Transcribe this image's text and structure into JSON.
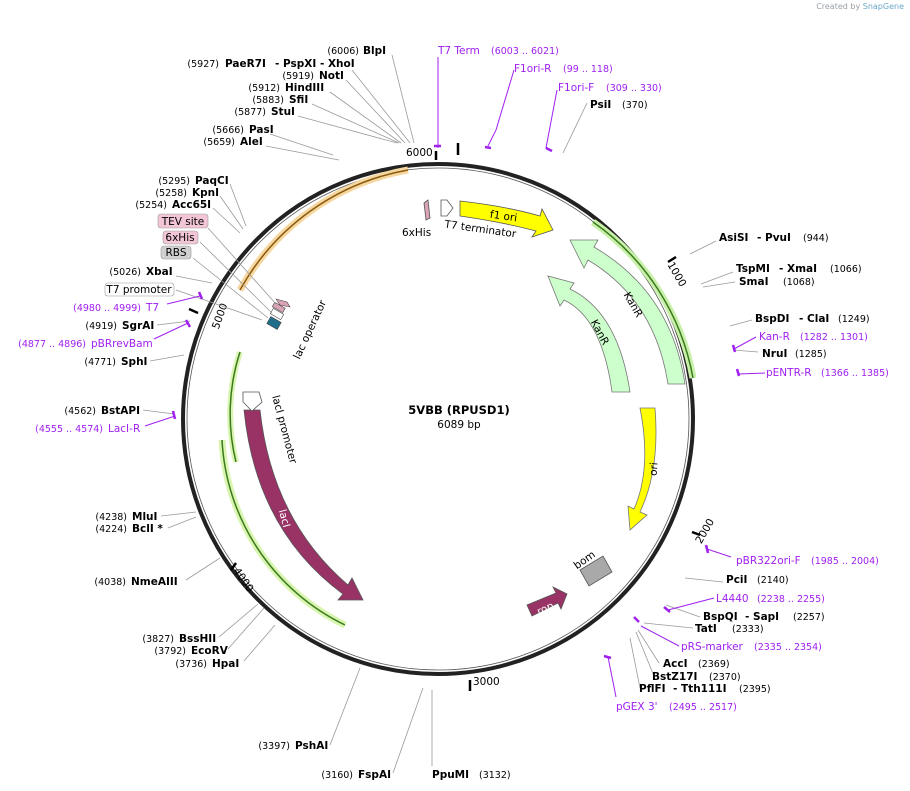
{
  "credit": {
    "prefix": "Created by",
    "brand": "SnapGene"
  },
  "plasmid": {
    "name": "5VBB (RPUSD1)",
    "length": "6089 bp",
    "length_bp": 6089
  },
  "ticks": [
    "1000",
    "2000",
    "3000",
    "4000",
    "5000",
    "6000"
  ],
  "features": [
    {
      "name": "f1 ori",
      "color": "#ffff00",
      "type": "arrow"
    },
    {
      "name": "KanR",
      "color": "#ccffcc",
      "type": "arrow"
    },
    {
      "name": "KanR",
      "color": "#ccffcc",
      "type": "arrow"
    },
    {
      "name": "ori",
      "color": "#ffff00",
      "type": "arrow"
    },
    {
      "name": "bom",
      "color": "#a9a9a9",
      "type": "box"
    },
    {
      "name": "rop",
      "color": "#993366",
      "type": "arrow"
    },
    {
      "name": "lacI",
      "color": "#993366",
      "type": "arrow"
    },
    {
      "name": "lacI promoter",
      "color": "#ffffff",
      "type": "arrow"
    },
    {
      "name": "lac operator",
      "color": "#ffffff",
      "type": "box"
    },
    {
      "name": "6xHis",
      "color": "#d9a3b8",
      "type": "box"
    },
    {
      "name": "T7 terminator",
      "color": "#ffffff",
      "type": "arrow"
    }
  ],
  "boxed_labels": [
    {
      "name": "TEV site",
      "fill": "#f2c6d6"
    },
    {
      "name": "6xHis",
      "fill": "#f2c6d6"
    },
    {
      "name": "RBS",
      "fill": "#d0d0d0"
    },
    {
      "name": "T7 promoter",
      "fill": "#ffffff"
    }
  ],
  "enzymes_left": [
    {
      "pos": "(6006)",
      "name": "BlpI"
    },
    {
      "pos": "(5927)",
      "name": "PaeR7I",
      "extra": "- PspXI  - XhoI"
    },
    {
      "pos": "(5919)",
      "name": "NotI"
    },
    {
      "pos": "(5912)",
      "name": "HindIII"
    },
    {
      "pos": "(5883)",
      "name": "SfiI"
    },
    {
      "pos": "(5877)",
      "name": "StuI"
    },
    {
      "pos": "(5666)",
      "name": "PasI"
    },
    {
      "pos": "(5659)",
      "name": "AleI"
    },
    {
      "pos": "(5295)",
      "name": "PaqCI"
    },
    {
      "pos": "(5258)",
      "name": "KpnI"
    },
    {
      "pos": "(5254)",
      "name": "Acc65I"
    },
    {
      "pos": "(5026)",
      "name": "XbaI"
    },
    {
      "pos": "(4919)",
      "name": "SgrAI"
    },
    {
      "pos": "(4771)",
      "name": "SphI"
    },
    {
      "pos": "(4562)",
      "name": "BstAPI"
    },
    {
      "pos": "(4238)",
      "name": "MluI"
    },
    {
      "pos": "(4224)",
      "name": "BclI *"
    },
    {
      "pos": "(4038)",
      "name": "NmeAIII"
    },
    {
      "pos": "(3827)",
      "name": "BssHII"
    },
    {
      "pos": "(3792)",
      "name": "EcoRV"
    },
    {
      "pos": "(3736)",
      "name": "HpaI"
    },
    {
      "pos": "(3397)",
      "name": "PshAI"
    },
    {
      "pos": "(3160)",
      "name": "FspAI"
    }
  ],
  "enzymes_right": [
    {
      "name": "PsiI",
      "pos": "(370)"
    },
    {
      "name": "AsiSI",
      "extra": "- PvuI",
      "pos": "(944)"
    },
    {
      "name": "TspMI",
      "extra": "- XmaI",
      "pos": "(1066)"
    },
    {
      "name": "SmaI",
      "pos": "(1068)"
    },
    {
      "name": "BspDI",
      "extra": "- ClaI",
      "pos": "(1249)"
    },
    {
      "name": "NruI",
      "pos": "(1285)"
    },
    {
      "name": "PciI",
      "pos": "(2140)"
    },
    {
      "name": "BspQI",
      "extra": "- SapI",
      "pos": "(2257)"
    },
    {
      "name": "TatI",
      "pos": "(2333)"
    },
    {
      "name": "AccI",
      "pos": "(2369)"
    },
    {
      "name": "BstZ17I",
      "pos": "(2370)"
    },
    {
      "name": "PflFI",
      "extra": "- Tth111I",
      "pos": "(2395)"
    },
    {
      "name": "PpuMI",
      "pos": "(3132)"
    }
  ],
  "primers": [
    {
      "name": "T7 Term",
      "range": "(6003 .. 6021)"
    },
    {
      "name": "F1ori-R",
      "range": "(99 .. 118)"
    },
    {
      "name": "F1ori-F",
      "range": "(309 .. 330)"
    },
    {
      "name": "Kan-R",
      "range": "(1282 .. 1301)"
    },
    {
      "name": "pENTR-R",
      "range": "(1366 .. 1385)"
    },
    {
      "name": "pBR322ori-F",
      "range": "(1985 .. 2004)"
    },
    {
      "name": "L4440",
      "range": "(2238 .. 2255)"
    },
    {
      "name": "pRS-marker",
      "range": "(2335 .. 2354)"
    },
    {
      "name": "pGEX 3'",
      "range": "(2495 .. 2517)"
    },
    {
      "name": "T7",
      "range": "(4980 .. 4999)"
    },
    {
      "name": "pBRrevBam",
      "range": "(4877 .. 4896)"
    },
    {
      "name": "LacI-R",
      "range": "(4555 .. 4574)"
    }
  ]
}
